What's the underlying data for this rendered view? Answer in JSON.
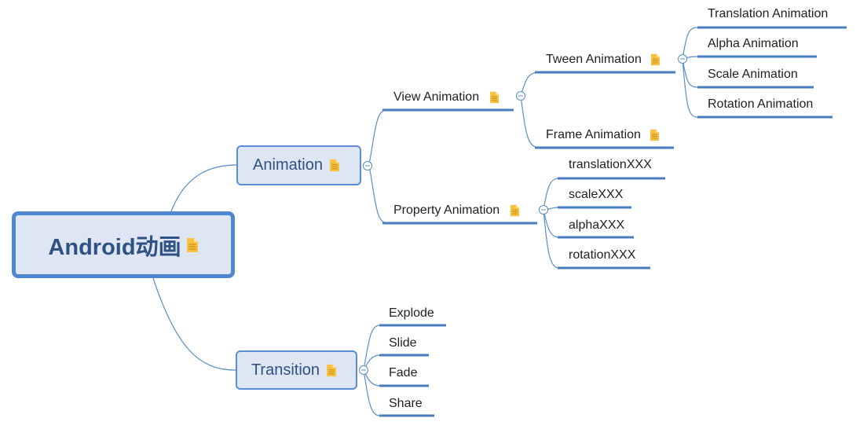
{
  "root": {
    "label": "Android动画"
  },
  "animation": {
    "label": "Animation",
    "view": {
      "label": "View Animation",
      "tween": {
        "label": "Tween Animation",
        "children": [
          "Translation Animation",
          "Alpha Animation",
          "Scale Animation",
          "Rotation Animation"
        ]
      },
      "frame": {
        "label": "Frame Animation"
      }
    },
    "property": {
      "label": "Property Animation",
      "children": [
        "translationXXX",
        "scaleXXX",
        "alphaXXX",
        "rotationXXX"
      ]
    }
  },
  "transition": {
    "label": "Transition",
    "children": [
      "Explode",
      "Slide",
      "Fade",
      "Share"
    ]
  },
  "colors": {
    "node_fill": "#dde6f2",
    "node_border": "#5b8dd6",
    "connector": "#5b8dc9",
    "underline": "#4a7cc0",
    "node_text": "#2f5183",
    "note_icon": "#f5c242"
  },
  "icons": {
    "note": "note-icon",
    "collapse": "collapse-toggle-icon"
  }
}
